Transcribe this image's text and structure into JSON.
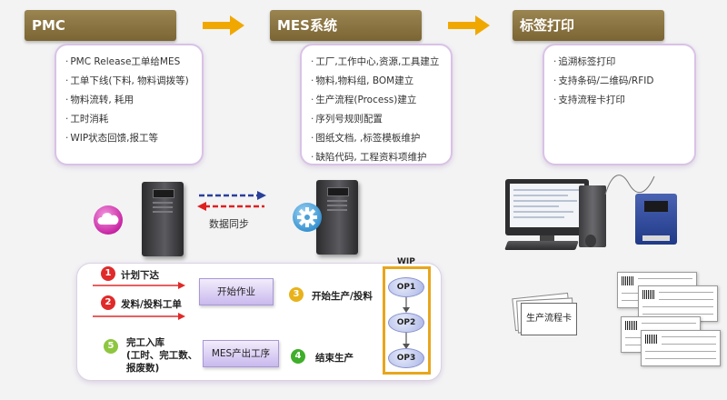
{
  "sections": [
    {
      "title": "PMC",
      "items": [
        "PMC Release工单给MES",
        "工单下线(下料, 物料调拨等)",
        "物料流转, 耗用",
        "工时消耗",
        "WIP状态回馈,报工等"
      ]
    },
    {
      "title": "MES系统",
      "items": [
        "工厂,工作中心,资源,工具建立",
        "物料,物料组, BOM建立",
        "生产流程(Process)建立",
        "序列号规则配置",
        "图纸文档, ,标签模板维护",
        "缺陷代码, 工程资料项维护"
      ]
    },
    {
      "title": "标签打印",
      "items": [
        "追溯标签打印",
        "支持条码/二维码/RFID",
        "支持流程卡打印"
      ]
    }
  ],
  "sync_label": "数据同步",
  "flow": {
    "steps": [
      {
        "num": "1",
        "label": "计划下达"
      },
      {
        "num": "2",
        "label": "发料/投料工单"
      },
      {
        "num": "3",
        "label": "开始生产/投料"
      },
      {
        "num": "4",
        "label": "结束生产"
      },
      {
        "num": "5",
        "label_lines": [
          "完工入库",
          "(工时、完工数、",
          "报废数)"
        ]
      }
    ],
    "process_boxes": {
      "start": "开始作业",
      "report": "MES产出工序"
    },
    "wip": {
      "title": "WIP",
      "ops": [
        "OP1",
        "OP2",
        "OP3"
      ]
    }
  },
  "flow_card_label": "生产流程卡",
  "colors": {
    "header": "#8a7340",
    "card_border": "#d9c2e6",
    "arrow": "#f0a800",
    "step_red": "#e02a2a",
    "step_yellow": "#e8b21a",
    "step_green": "#3fae2a",
    "step_lightgreen": "#8ec63f",
    "wip_border": "#e8a61c",
    "sync_blue": "#2a3f9a",
    "sync_red": "#e02020"
  },
  "icons": [
    "cloud-icon",
    "gear-icon",
    "server-icon",
    "computer-icon",
    "printer-icon",
    "arrow-right-icon"
  ]
}
